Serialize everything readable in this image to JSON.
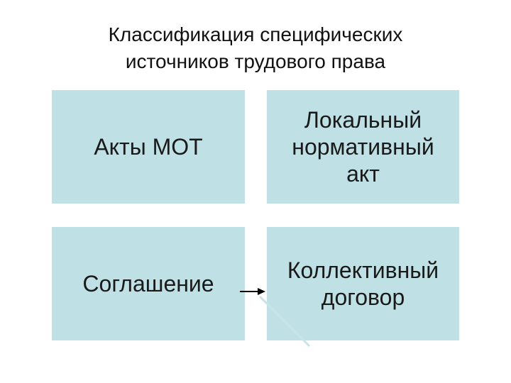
{
  "title": {
    "line1": "Классификация специфических",
    "line2": "источников трудового права"
  },
  "boxes": {
    "top_left": "Акты МОТ",
    "top_right": [
      "Локальный",
      "нормативный",
      "акт"
    ],
    "bottom_left": "Соглашение",
    "bottom_right": [
      "Коллективный",
      "договор"
    ]
  },
  "colors": {
    "box_fill": "#bfe0e4",
    "arrow": "#000000",
    "diagonal_line": "#c9e3e6"
  }
}
